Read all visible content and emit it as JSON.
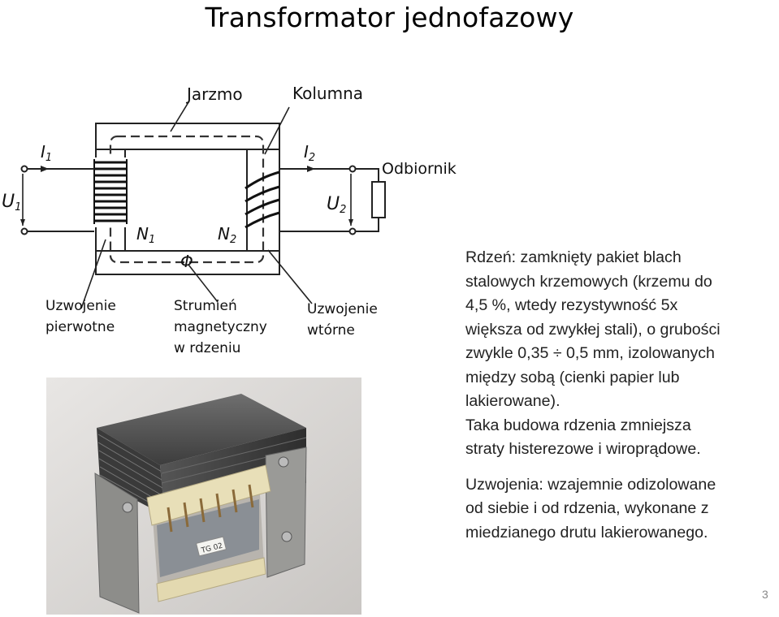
{
  "title": "Transformator jednofazowy",
  "diagram": {
    "labels": {
      "yoke": "Jarzmo",
      "column": "Kolumna",
      "i1": "I",
      "i1_sub": "1",
      "i2": "I",
      "i2_sub": "2",
      "u1": "U",
      "u1_sub": "1",
      "u2": "U",
      "u2_sub": "2",
      "n1": "N",
      "n1_sub": "1",
      "n2": "N",
      "n2_sub": "2",
      "flux": "Φ",
      "load": "Odbiornik",
      "primary_line1": "Uzwojenie",
      "primary_line2": "pierwotne",
      "flux_line1": "Strumień",
      "flux_line2": "magnetyczny",
      "flux_line3": "w rdzeniu",
      "secondary_line1": "Uzwojenie",
      "secondary_line2": "wtórne"
    }
  },
  "photo": {
    "label": "TG 02"
  },
  "text": {
    "para1": [
      "Rdzeń: zamknięty pakiet blach",
      "stalowych krzemowych (krzemu do",
      "4,5 %, wtedy rezystywność 5x",
      "większa od zwykłej stali), o grubości",
      "zwykle 0,35 ÷ 0,5 mm, izolowanych",
      "między sobą (cienki papier lub",
      "lakierowane).",
      "Taka budowa rdzenia zmniejsza",
      "straty histerezowe i wiroprądowe."
    ],
    "para2": [
      "Uzwojenia: wzajemnie odizolowane",
      "od siebie i od rdzenia, wykonane z",
      "miedzianego drutu lakierowanego."
    ]
  },
  "page_number": "3",
  "colors": {
    "text": "#222222",
    "photo_background": "#d9d6d3"
  }
}
